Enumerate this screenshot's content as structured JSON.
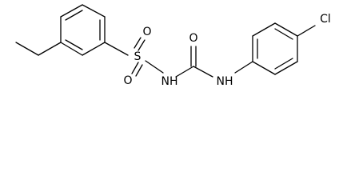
{
  "molecule": {
    "atoms": {
      "sulfur": "S",
      "sulfonyl_oxygen_top": "O",
      "sulfonyl_oxygen_bottom": "O",
      "sulfonamide_nitrogen": "NH",
      "carbonyl_oxygen": "O",
      "amide_nitrogen": "NH",
      "chlorine": "Cl"
    }
  }
}
